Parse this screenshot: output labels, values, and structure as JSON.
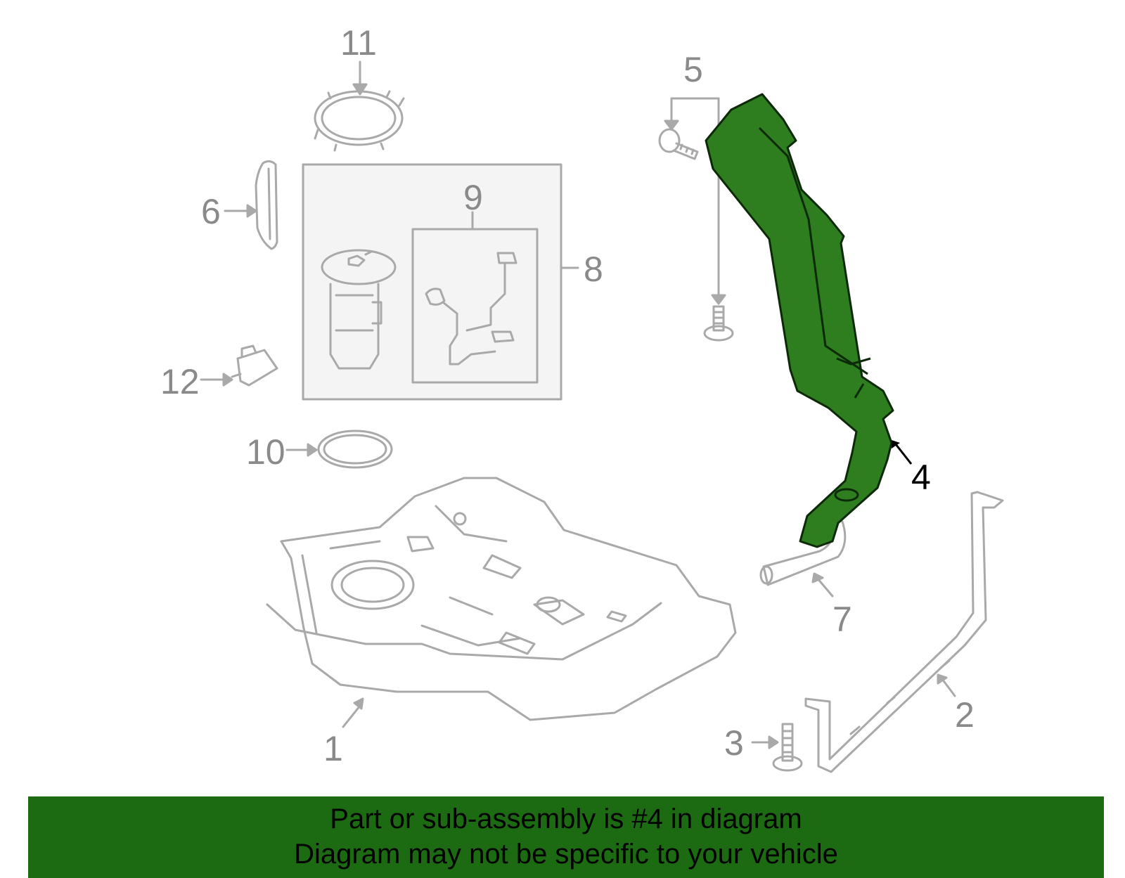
{
  "diagram": {
    "callouts": [
      "1",
      "2",
      "3",
      "4",
      "5",
      "6",
      "7",
      "8",
      "9",
      "10",
      "11",
      "12"
    ],
    "highlighted_part": "4",
    "colors": {
      "line": "#a9a9a9",
      "label": "#8a8a8a",
      "highlight_fill": "#2e7d1f",
      "highlight_outline": "#0c2a08",
      "banner": "#1c6b12",
      "box_fill": "#f4f4f4"
    }
  },
  "banner": {
    "line1": "Part or sub-assembly is #4 in diagram",
    "line2": "Diagram may not be specific to your vehicle"
  }
}
